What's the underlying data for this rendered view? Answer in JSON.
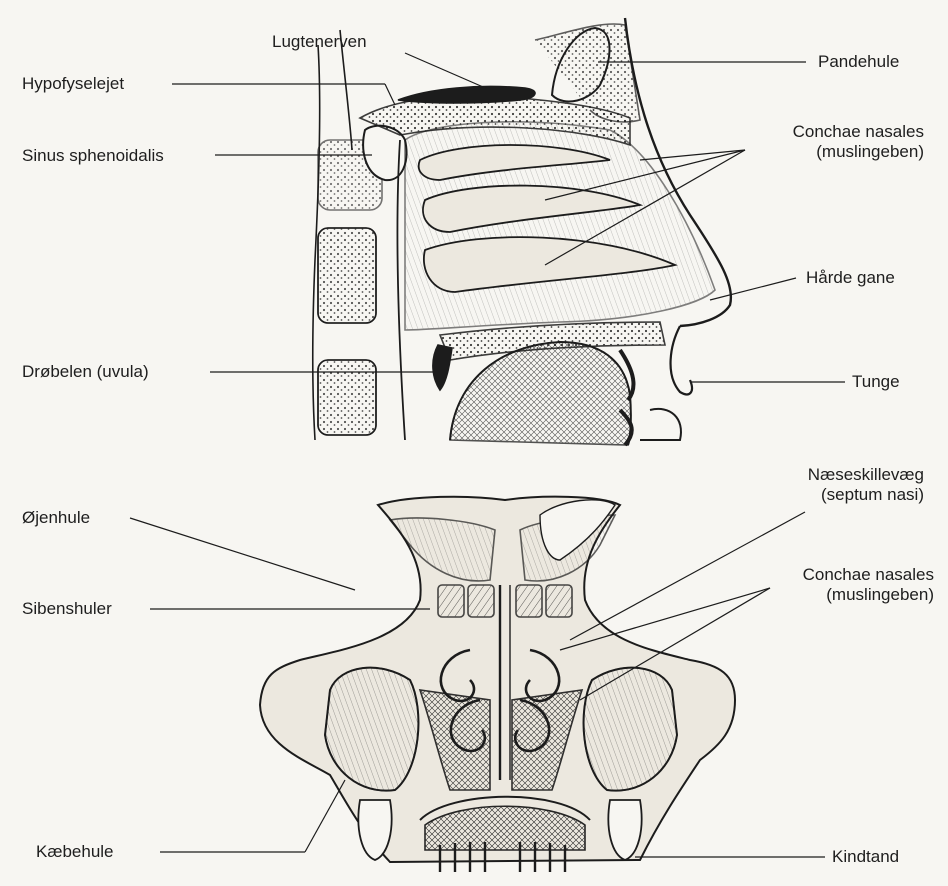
{
  "labels": {
    "lugtenerven": "Lugtenerven",
    "hypofyselejet": "Hypofyselejet",
    "sinus_sphenoidalis": "Sinus sphenoidalis",
    "pandehule": "Pandehule",
    "conchae_top_1": "Conchae nasales",
    "conchae_top_2": "(muslingeben)",
    "haarde_gane": "Hårde gane",
    "droebelen": "Drøbelen (uvula)",
    "tunge": "Tunge",
    "naeseskillevaeg_1": "Næseskillevæg",
    "naeseskillevaeg_2": "(septum nasi)",
    "oejenhule": "Øjenhule",
    "sibenshuler": "Sibenshuler",
    "conchae_bottom_1": "Conchae nasales",
    "conchae_bottom_2": "(muslingeben)",
    "kaebehule": "Kæbehule",
    "kindtand": "Kindtand"
  },
  "colors": {
    "ink": "#1c1c1c",
    "paper": "#f7f6f2",
    "bone": "#ece8df"
  }
}
